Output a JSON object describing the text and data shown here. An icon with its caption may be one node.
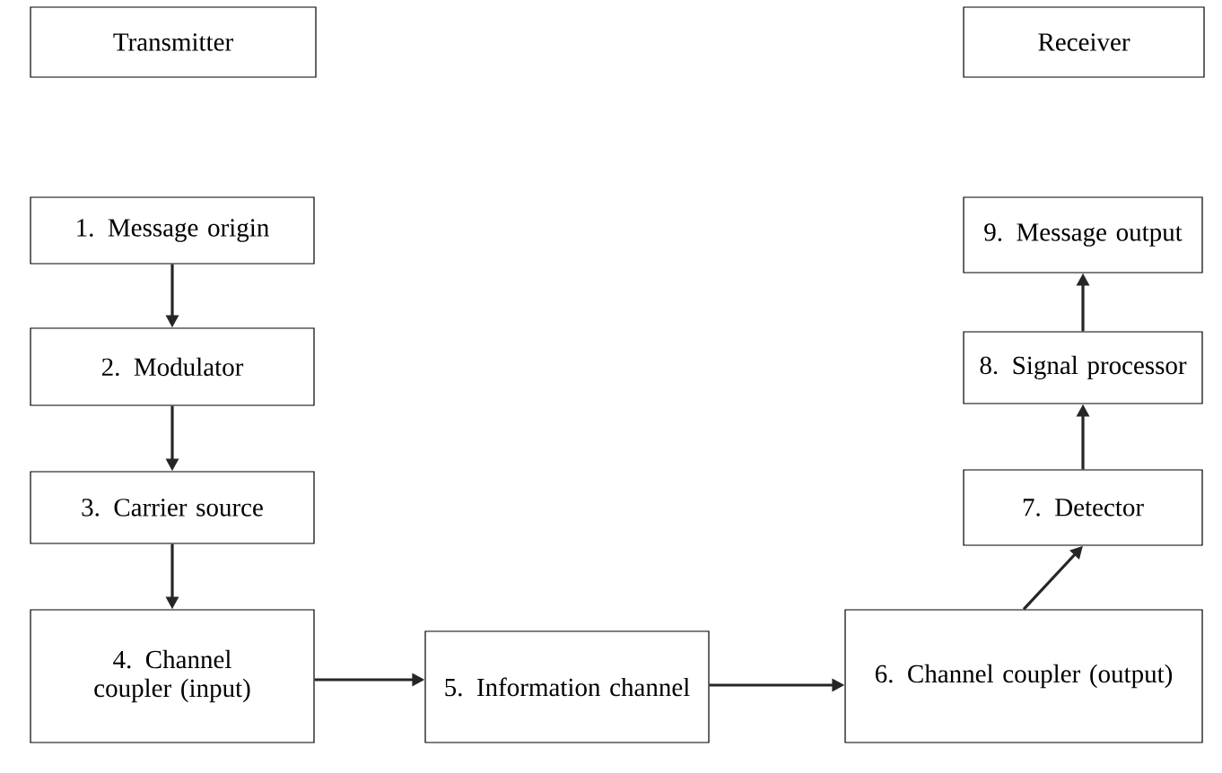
{
  "diagram": {
    "nodes": [
      {
        "text": [
          "Transmitter"
        ]
      },
      {
        "text": [
          "Receiver"
        ]
      },
      {
        "text": [
          "1. Message origin"
        ]
      },
      {
        "text": [
          "2. Modulator"
        ]
      },
      {
        "text": [
          "3. Carrier source"
        ]
      },
      {
        "text": [
          "4. Channel coupler (input)"
        ]
      },
      {
        "text": [
          "5. Information channel"
        ]
      },
      {
        "text": [
          "6. Channel coupler (output)"
        ]
      },
      {
        "text": [
          "7. Detector"
        ]
      },
      {
        "text": [
          "8. Signal processor"
        ]
      },
      {
        "text": [
          "9. Message output"
        ]
      }
    ],
    "edges": [
      {
        "from": 2,
        "to": 3,
        "arrow": "to"
      },
      {
        "from": 3,
        "to": 4,
        "arrow": "to"
      },
      {
        "from": 4,
        "to": 5,
        "arrow": "to"
      },
      {
        "from": 5,
        "to": 6,
        "arrow": "to"
      },
      {
        "from": 6,
        "to": 7,
        "arrow": "to"
      },
      {
        "from": 7,
        "to": 8,
        "arrow": "to"
      },
      {
        "from": 8,
        "to": 9,
        "arrow": "to"
      },
      {
        "from": 9,
        "to": 10,
        "arrow": "to"
      }
    ]
  }
}
